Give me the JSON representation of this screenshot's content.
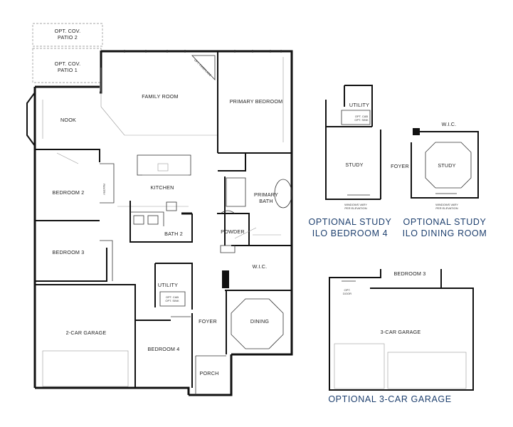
{
  "rooms": {
    "opt_cov_patio_2": [
      "OPT. COV.",
      "PATIO 2"
    ],
    "opt_cov_patio_1": [
      "OPT. COV.",
      "PATIO 1"
    ],
    "opt_fireplace": "OPT. FIREPLACE",
    "family_room": "FAMILY ROOM",
    "primary_bedroom": "PRIMARY BEDROOM",
    "nook": "NOOK",
    "bedroom_2": "BEDROOM 2",
    "pantry": "PANTRY",
    "kitchen": "KITCHEN",
    "primary_bath": [
      "PRIMARY",
      "BATH"
    ],
    "bath_2": "BATH 2",
    "powder": "POWDER",
    "bedroom_3": "BEDROOM 3",
    "wic": "W.I.C.",
    "utility": "UTILITY",
    "opt_cab_sink": [
      "OPT. CAB",
      "OPT. SINK"
    ],
    "two_car_garage": "2-CAR GARAGE",
    "bedroom_4": "BEDROOM 4",
    "foyer": "FOYER",
    "dining": "DINING",
    "porch": "PORCH"
  },
  "options": {
    "study_bedroom4": {
      "utility": "UTILITY",
      "opt_cab_sink": [
        "OPT. CAB",
        "OPT. SINK"
      ],
      "study": "STUDY",
      "windows_note": [
        "WINDOWS VARY",
        "PER ELEVATION"
      ],
      "caption": [
        "OPTIONAL STUDY",
        "ILO BEDROOM 4"
      ]
    },
    "study_dining": {
      "wic": "W.I.C.",
      "foyer": "FOYER",
      "study": "STUDY",
      "windows_note": [
        "WINDOWS VARY",
        "PER ELEVATION"
      ],
      "caption": [
        "OPTIONAL STUDY",
        "ILO DINING ROOM"
      ]
    },
    "three_car_garage": {
      "bedroom_3": "BEDROOM 3",
      "opt_door": [
        "OPT.",
        "DOOR"
      ],
      "garage": "3-CAR GARAGE",
      "caption": "OPTIONAL 3-CAR GARAGE"
    }
  },
  "colors": {
    "caption": "#1d3f6e",
    "walls": "#111111"
  }
}
